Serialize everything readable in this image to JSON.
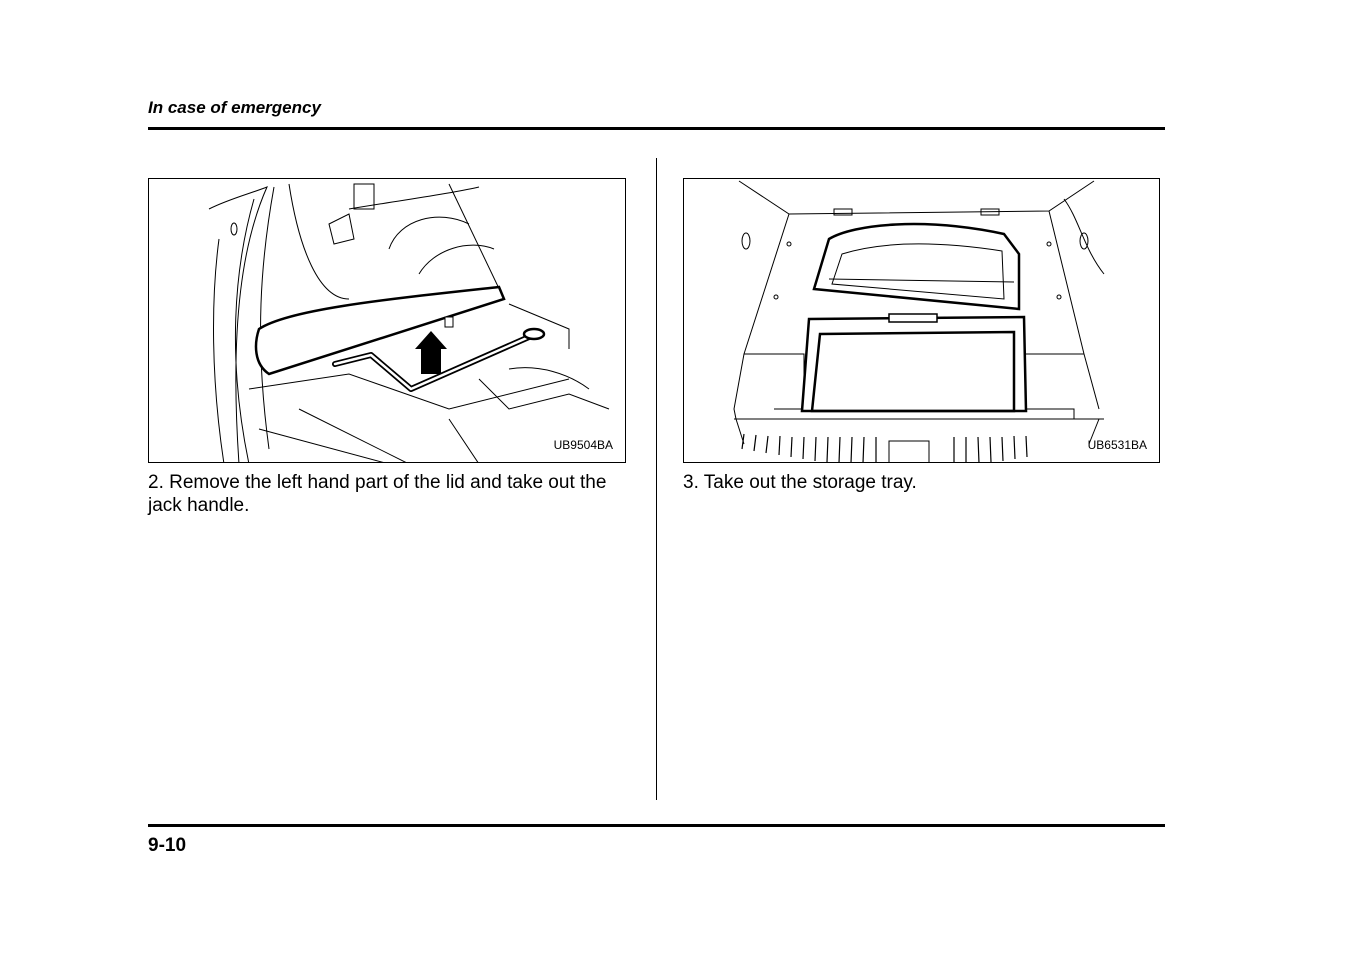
{
  "header": {
    "section_title": "In case of emergency"
  },
  "figures": [
    {
      "code": "UB9504BA",
      "caption": "2.  Remove the left hand part of the lid and take out the jack handle."
    },
    {
      "code": "UB6531BA",
      "caption": "3.  Take out the storage tray."
    }
  ],
  "footer": {
    "page_number": "9-10"
  }
}
